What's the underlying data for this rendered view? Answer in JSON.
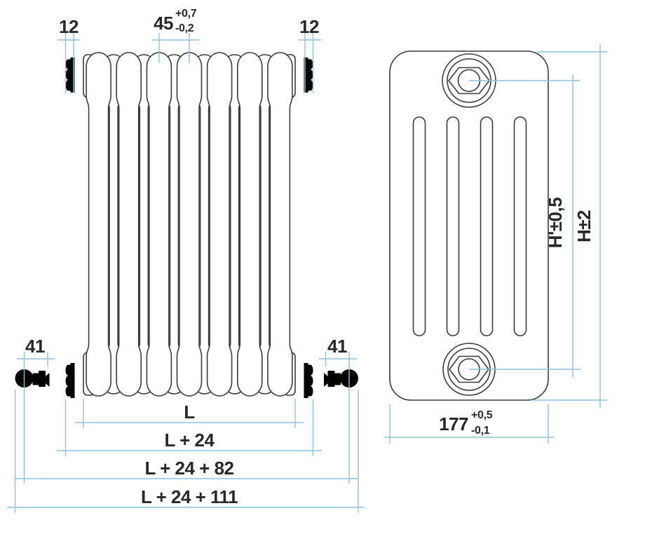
{
  "drawing": {
    "title": "radiator-technical-dimension-drawing",
    "front_view": {
      "sections": 7,
      "dims": {
        "tapping_left": "12",
        "tapping_right": "12",
        "pitch": "45",
        "pitch_tol_plus": "+0,7",
        "pitch_tol_minus": "-0,2",
        "valve_left": "41",
        "valve_right": "41",
        "length": "L",
        "length_plus_24": "L + 24",
        "length_plus_24_82": "L + 24 + 82",
        "length_plus_24_111": "L + 24 + 111"
      }
    },
    "side_view": {
      "columns_slots": 4,
      "dims": {
        "height_axis": "H'±0,5",
        "height_overall": "H±2",
        "depth": "177",
        "depth_tol_plus": "+0,5",
        "depth_tol_minus": "-0,1"
      }
    },
    "colors": {
      "line": "#3a3a40",
      "dimension_line": "#8ec1da",
      "text": "#28282d",
      "background": "#ffffff"
    }
  }
}
